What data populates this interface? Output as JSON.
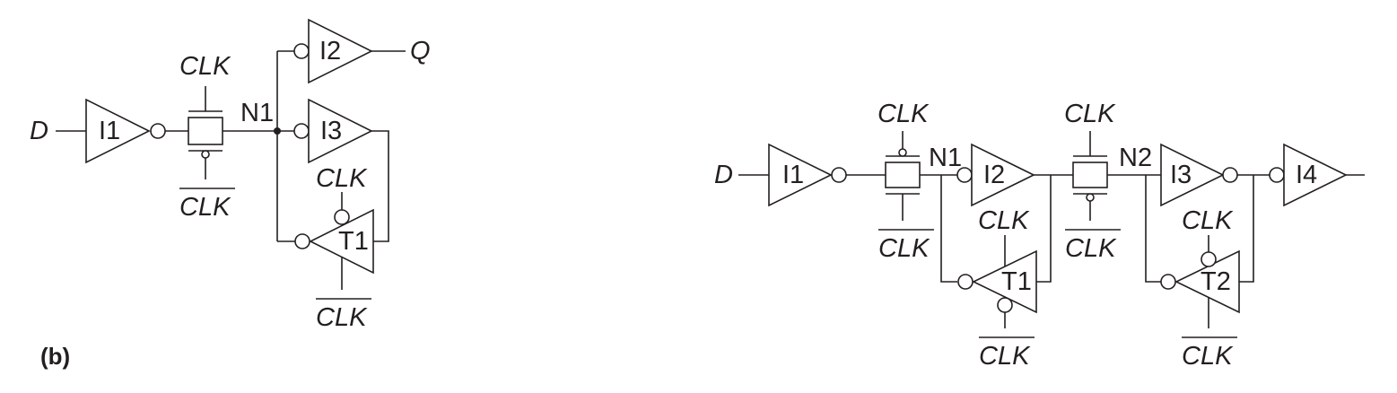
{
  "figure_label": "(b)",
  "colors": {
    "ink": "#231f20",
    "background": "#ffffff"
  },
  "left_circuit": {
    "input": "D",
    "output": "Q",
    "node": "N1",
    "inverter_1": "I1",
    "inverter_2": "I2",
    "inverter_3": "I3",
    "tristate": "T1",
    "clk": "CLK",
    "clk_bar": "CLK"
  },
  "right_circuit": {
    "input": "D",
    "node_1": "N1",
    "node_2": "N2",
    "inverter_1": "I1",
    "inverter_2": "I2",
    "inverter_3": "I3",
    "inverter_4": "I4",
    "tristate_1": "T1",
    "tristate_2": "T2",
    "clk": "CLK",
    "clk_bar": "CLK"
  }
}
